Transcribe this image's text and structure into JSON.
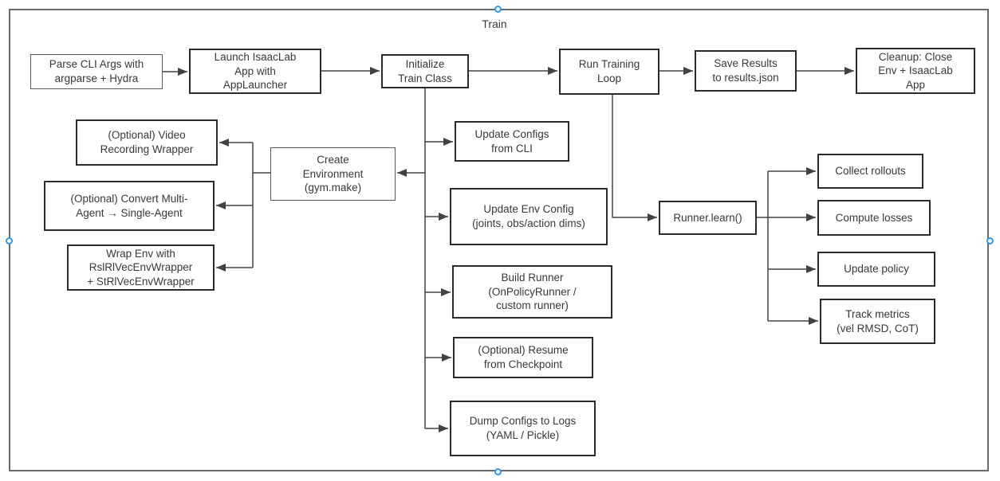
{
  "title": "Train",
  "nodes": {
    "parse_cli_args": {
      "label": "Parse CLI Args with\nargparse + Hydra"
    },
    "launch_app": {
      "label": "Launch IsaacLab\nApp with\nAppLauncher"
    },
    "initialize_train": {
      "label": "Initialize\nTrain Class"
    },
    "run_training_loop": {
      "label": "Run Training\nLoop"
    },
    "save_results": {
      "label": "Save Results\nto results.json"
    },
    "cleanup": {
      "label": "Cleanup: Close\nEnv + IsaacLab\nApp"
    },
    "video_wrapper": {
      "label": "(Optional) Video\nRecording Wrapper"
    },
    "convert_agent": {
      "label": "(Optional) Convert Multi-\nAgent → Single-Agent"
    },
    "wrap_env": {
      "label": "Wrap Env with\nRslRlVecEnvWrapper\n+ StRlVecEnvWrapper"
    },
    "create_env": {
      "label": "Create\nEnvironment\n(gym.make)"
    },
    "update_configs_cli": {
      "label": "Update Configs\nfrom CLI"
    },
    "update_env_config": {
      "label": "Update Env Config\n(joints, obs/action dims)"
    },
    "build_runner": {
      "label": "Build Runner\n(OnPolicyRunner /\ncustom runner)"
    },
    "resume_checkpoint": {
      "label": "(Optional) Resume\nfrom Checkpoint"
    },
    "dump_configs": {
      "label": "Dump Configs to Logs\n(YAML / Pickle)"
    },
    "runner_learn": {
      "label": "Runner.learn()"
    },
    "collect_rollouts": {
      "label": "Collect rollouts"
    },
    "compute_losses": {
      "label": "Compute losses"
    },
    "update_policy": {
      "label": "Update policy"
    },
    "track_metrics": {
      "label": "Track metrics\n(vel RMSD, CoT)"
    }
  },
  "colors": {
    "box_border_dark": "#2b2b2b",
    "box_border_light": "#595959",
    "edge": "#424242",
    "text": "#383838",
    "outer_border": "#666a6d",
    "selection_handle": "#2b9af3",
    "background": "#ffffff"
  }
}
